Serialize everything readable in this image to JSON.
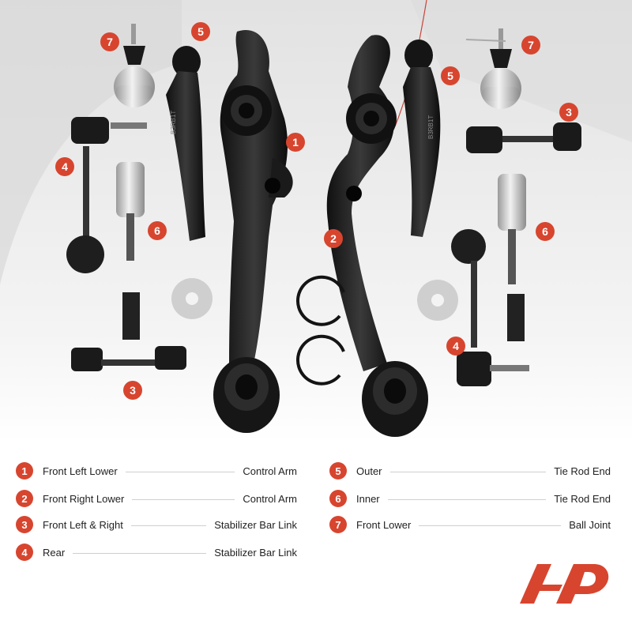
{
  "badges": [
    "1",
    "2",
    "3",
    "4",
    "5",
    "6",
    "7"
  ],
  "legend": [
    {
      "num": "1",
      "name": "Front Left Lower",
      "type": "Control Arm"
    },
    {
      "num": "2",
      "name": "Front Right Lower",
      "type": "Control Arm"
    },
    {
      "num": "3",
      "name": "Front Left & Right",
      "type": "Stabilizer Bar Link"
    },
    {
      "num": "4",
      "name": "Rear",
      "type": "Stabilizer Bar Link"
    },
    {
      "num": "5",
      "name": "Outer",
      "type": "Tie Rod End"
    },
    {
      "num": "6",
      "name": "Inner",
      "type": "Tie Rod End"
    },
    {
      "num": "7",
      "name": "Front Lower",
      "type": "Ball Joint"
    }
  ],
  "part_stamp": "B3RB1T",
  "colors": {
    "accent": "#d7452f",
    "part": "#1c1c1c",
    "bg_photo": "#e9e9e9"
  },
  "logo_icon": "brand-logo-icon"
}
